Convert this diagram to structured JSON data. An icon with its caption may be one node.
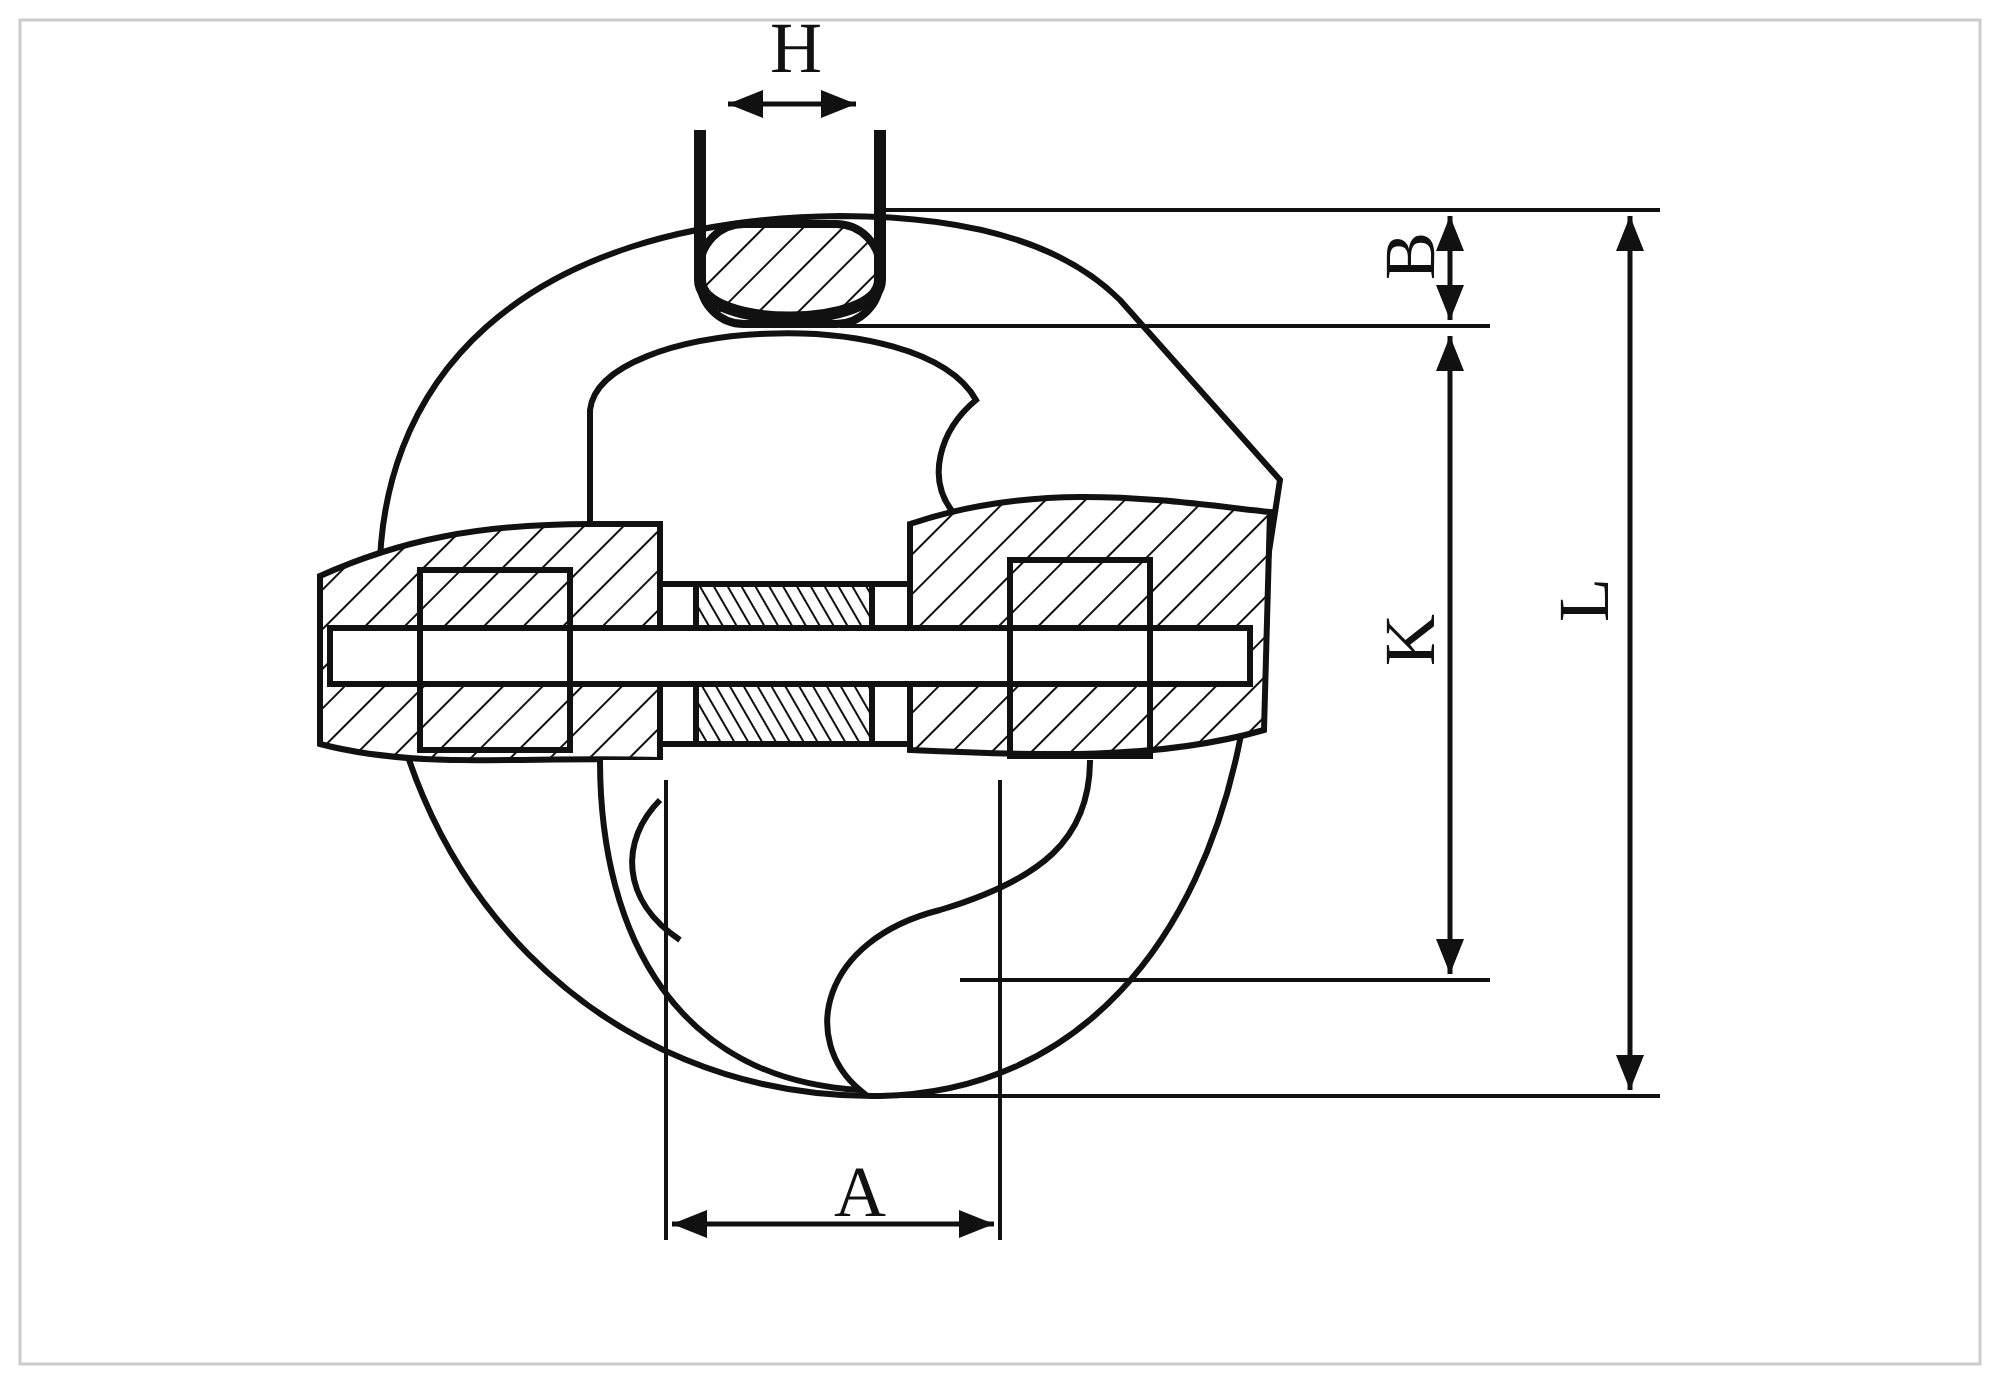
{
  "diagram": {
    "labels": [
      "H",
      "B",
      "K",
      "L",
      "A"
    ]
  }
}
